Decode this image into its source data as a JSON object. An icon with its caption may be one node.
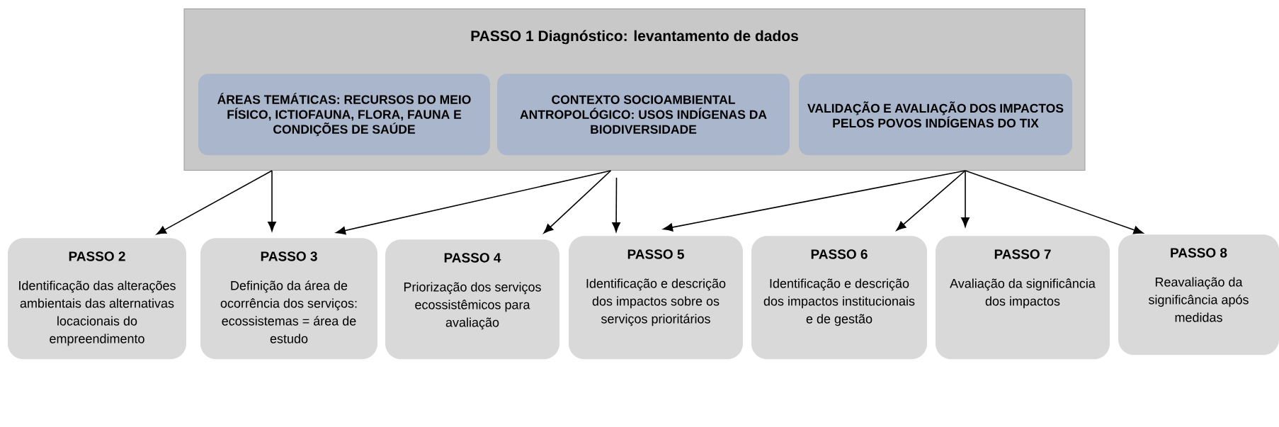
{
  "diagram": {
    "nodes": [
      {
        "text": [
          "PASSO 1  Diagnóstico: levantamento de dados"
        ]
      },
      {
        "text": [
          "ÁREAS TEMÁTICAS: RECURSOS DO MEIO FÍSICO, ICTIOFAUNA, FLORA, FAUNA E CONDIÇÕES DE SAÚDE"
        ],
        "in": 0
      },
      {
        "text": [
          "CONTEXTO SOCIOAMBIENTAL ANTROPOLÓGICO: USOS INDÍGENAS DA BIODIVERSIDADE"
        ],
        "in": 0
      },
      {
        "text": [
          "VALIDAÇÃO E AVALIAÇÃO DOS IMPACTOS PELOS POVOS INDÍGENAS DO TIX"
        ],
        "in": 0
      },
      {
        "text": [
          "PASSO 2",
          "Identificação das alterações ambientais das alternativas locacionais do empreendimento"
        ]
      },
      {
        "text": [
          "PASSO 3",
          "Definição da área de ocorrência dos serviços: ecossistemas = área de estudo"
        ]
      },
      {
        "text": [
          "PASSO 4",
          "Priorização dos serviços ecossistêmicos para avaliação"
        ]
      },
      {
        "text": [
          "PASSO 5",
          "Identificação e descrição dos impactos sobre os serviços prioritários"
        ]
      },
      {
        "text": [
          "PASSO 6",
          "Identificação e descrição dos impactos institucionais e de gestão"
        ]
      },
      {
        "text": [
          "PASSO 7",
          "Avaliação da significância dos impactos"
        ]
      },
      {
        "text": [
          "PASSO 8",
          "Reavaliação da significância após medidas"
        ]
      }
    ],
    "edges": [
      {
        "from": 1,
        "to": 4,
        "arrow": "to"
      },
      {
        "from": 1,
        "to": 5,
        "arrow": "to"
      },
      {
        "from": 2,
        "to": 5,
        "arrow": "to"
      },
      {
        "from": 2,
        "to": 6,
        "arrow": "to"
      },
      {
        "from": 2,
        "to": 7,
        "arrow": "to"
      },
      {
        "from": 3,
        "to": 7,
        "arrow": "to"
      },
      {
        "from": 3,
        "to": 8,
        "arrow": "to"
      },
      {
        "from": 3,
        "to": 9,
        "arrow": "to"
      },
      {
        "from": 3,
        "to": 10,
        "arrow": "to"
      }
    ]
  }
}
